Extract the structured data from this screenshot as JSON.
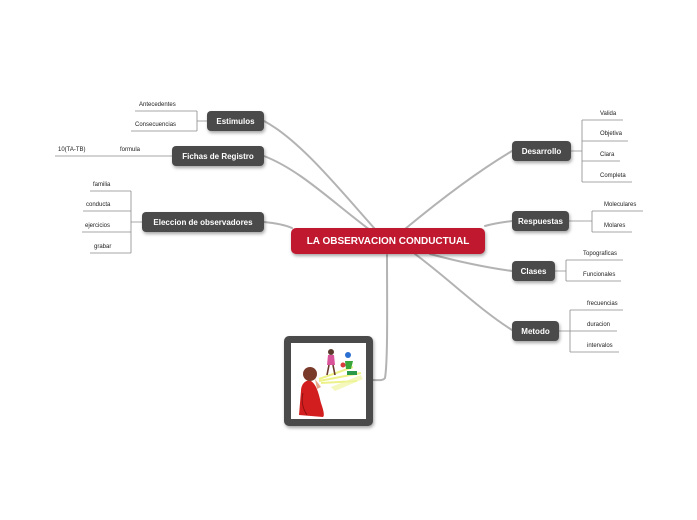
{
  "central": {
    "label": "LA OBSERVACION CONDUCTUAL"
  },
  "left": {
    "estimulos": {
      "label": "Estimulos",
      "items": [
        "Antecedentes",
        "Consecuencias"
      ]
    },
    "fichas": {
      "label": "Fichas de Registro",
      "items": [
        "formula",
        "10(TA-TB)"
      ]
    },
    "eleccion": {
      "label": "Eleccion de observadores",
      "items": [
        "familia",
        "conducta",
        "ejercicios",
        "grabar"
      ]
    }
  },
  "right": {
    "desarrollo": {
      "label": "Desarrollo",
      "items": [
        "Valida",
        "Objetiva",
        "Clara",
        "Completa"
      ]
    },
    "respuestas": {
      "label": "Respuestas",
      "items": [
        "Moleculares",
        "Molares"
      ]
    },
    "clases": {
      "label": "Clases",
      "items": [
        "Topograficas",
        "Funcionales"
      ]
    },
    "metodo": {
      "label": "Metodo",
      "items": [
        "frecuencias",
        "duracion",
        "intervalos"
      ]
    }
  },
  "image": {
    "icon": "observer-illustration-icon"
  },
  "colors": {
    "central": "#c0182e",
    "topic": "#4a4a4a",
    "connector": "#b3b3b3",
    "leafline": "#8a8a8a"
  }
}
